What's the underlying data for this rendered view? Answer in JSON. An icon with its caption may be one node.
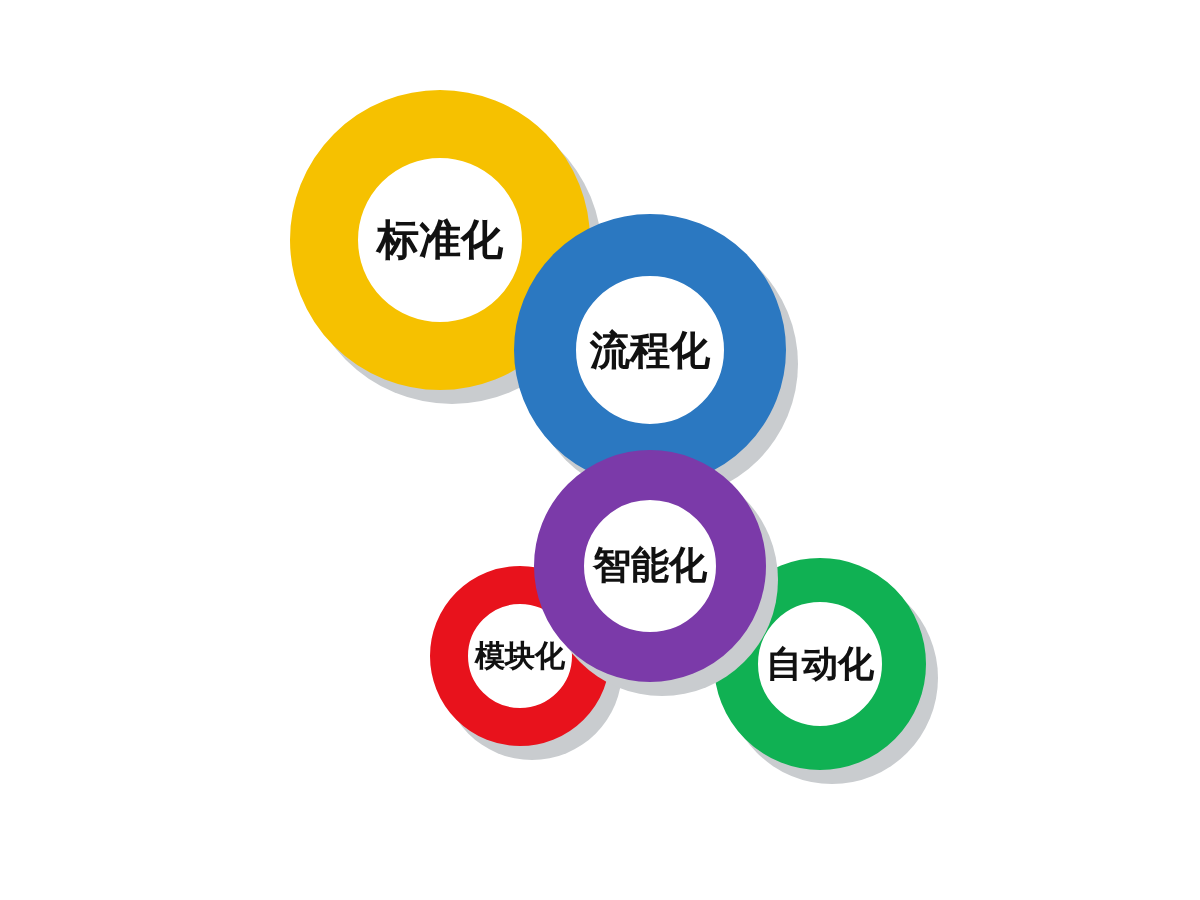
{
  "diagram": {
    "nodes": [
      {
        "text": [
          "标准化"
        ]
      },
      {
        "text": [
          "流程化"
        ]
      },
      {
        "text": [
          "模块化"
        ]
      },
      {
        "text": [
          "自动化"
        ]
      },
      {
        "text": [
          "智能化"
        ]
      }
    ]
  }
}
